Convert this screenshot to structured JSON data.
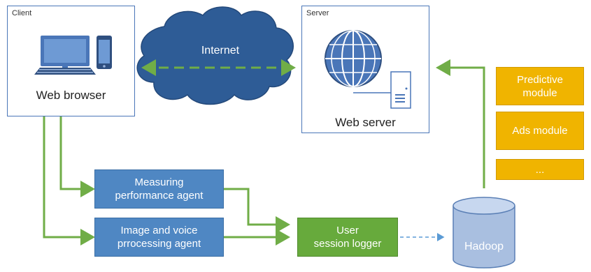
{
  "client": {
    "caption": "Client",
    "title": "Web browser"
  },
  "server": {
    "caption": "Server",
    "title": "Web server"
  },
  "cloud": {
    "label": "Internet"
  },
  "agents": [
    {
      "label": "Measuring\nperformance agent"
    },
    {
      "label": "Image and voice\nprrocessing agent"
    }
  ],
  "logger": {
    "label": "User\nsession logger"
  },
  "storage": {
    "label": "Hadoop"
  },
  "modules": [
    {
      "label": "Predictive\nmodule"
    },
    {
      "label": "Ads module"
    },
    {
      "label": "..."
    }
  ],
  "colors": {
    "panel_border": "#4a76b8",
    "agent_fill": "#4f87c3",
    "logger_fill": "#67aa3c",
    "module_fill": "#f0b400",
    "arrow": "#70ad47",
    "cloud_fill": "#2e5c96",
    "database_fill": "#a9bfe0"
  },
  "icons": [
    "monitor-icon",
    "keyboard-icon",
    "smartphone-icon",
    "globe-icon",
    "server-tower-icon",
    "cloud-icon",
    "database-icon"
  ]
}
